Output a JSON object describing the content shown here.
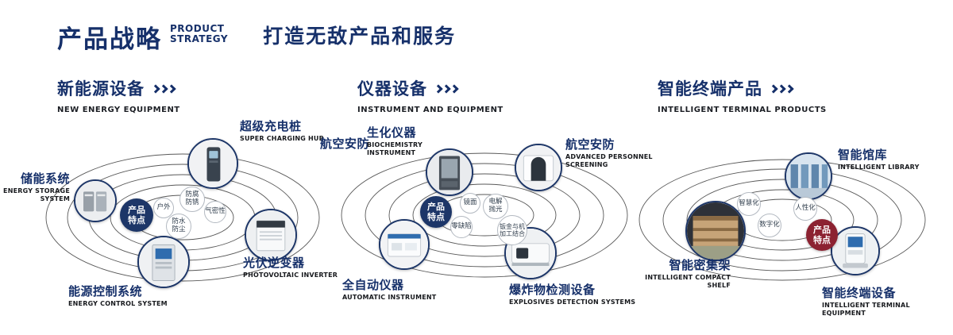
{
  "header": {
    "title": "产品战略",
    "subtitle_line1": "PRODUCT",
    "subtitle_line2": "STRATEGY",
    "slogan": "打造无敌产品和服务"
  },
  "colors": {
    "navy": "#16306a",
    "badge_navy": "#1d3668",
    "badge_red": "#8c2231"
  },
  "sections": [
    {
      "title": "新能源设备",
      "subtitle": "NEW ENERGY EQUIPMENT",
      "center_badge": "产品特点",
      "features": [
        "户外",
        "防腐防锈",
        "气密性",
        "防水防尘"
      ],
      "products": [
        {
          "zh": "储能系统",
          "en": "ENERGY STORAGE SYSTEM"
        },
        {
          "zh": "超级充电桩",
          "en": "SUPER CHARGING HUB"
        },
        {
          "zh": "光伏逆变器",
          "en": "PHOTOVOLTAIC INVERTER"
        },
        {
          "zh": "能源控制系统",
          "en": "ENERGY CONTROL SYSTEM"
        }
      ]
    },
    {
      "title": "仪器设备",
      "subtitle": "INSTRUMENT AND EQUIPMENT",
      "center_badge": "产品特点",
      "side_label": "航空安防",
      "features": [
        "镜面",
        "电解抛光",
        "零缺陷",
        "钣金与机加工结合"
      ],
      "products": [
        {
          "zh": "生化仪器",
          "en": "BIOCHEMISTRY INSTRUMENT"
        },
        {
          "zh": "航空安防",
          "en": "ADVANCED PERSONNEL SCREENING"
        },
        {
          "zh": "全自动仪器",
          "en": "AUTOMATIC INSTRUMENT"
        },
        {
          "zh": "爆炸物检测设备",
          "en": "EXPLOSIVES DETECTION SYSTEMS"
        }
      ]
    },
    {
      "title": "智能终端产品",
      "subtitle": "INTELLIGENT TERMINAL PRODUCTS",
      "center_badge": "产品特点",
      "features": [
        "智慧化",
        "人性化",
        "数字化"
      ],
      "products": [
        {
          "zh": "智能馆库",
          "en": "INTELLIGENT LIBRARY"
        },
        {
          "zh": "智能密集架",
          "en": "INTELLIGENT COMPACT SHELF"
        },
        {
          "zh": "智能终端设备",
          "en": "INTELLIGENT TERMINAL EQUIPMENT"
        }
      ]
    }
  ]
}
